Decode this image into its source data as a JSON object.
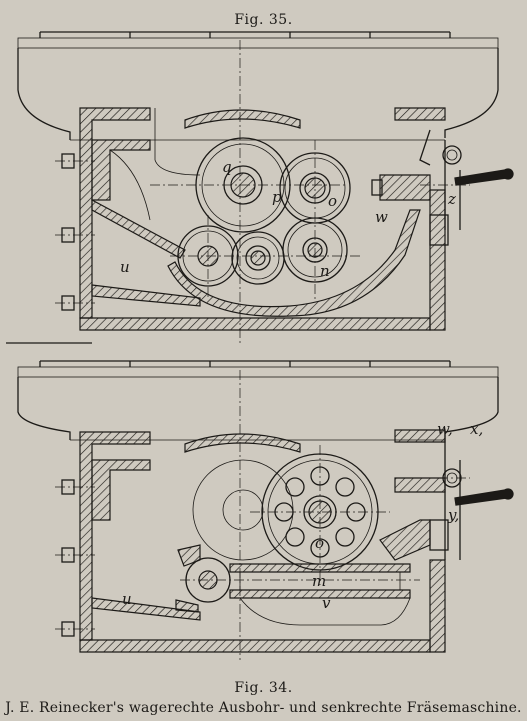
{
  "figures": {
    "top_label": "Fig. 35.",
    "bottom_label": "Fig. 34."
  },
  "caption": "J. E. Reinecker's wagerechte Ausbohr- und senkrechte Fräsemaschine.",
  "top_letters": {
    "q": "q",
    "p": "p",
    "o": "o",
    "w": "w",
    "u": "u",
    "n": "n",
    "z": "z"
  },
  "bottom_letters": {
    "w1": "w,",
    "x1": "x,",
    "y1": "y,",
    "o": "o",
    "m": "m",
    "v": "v",
    "u": "u"
  }
}
